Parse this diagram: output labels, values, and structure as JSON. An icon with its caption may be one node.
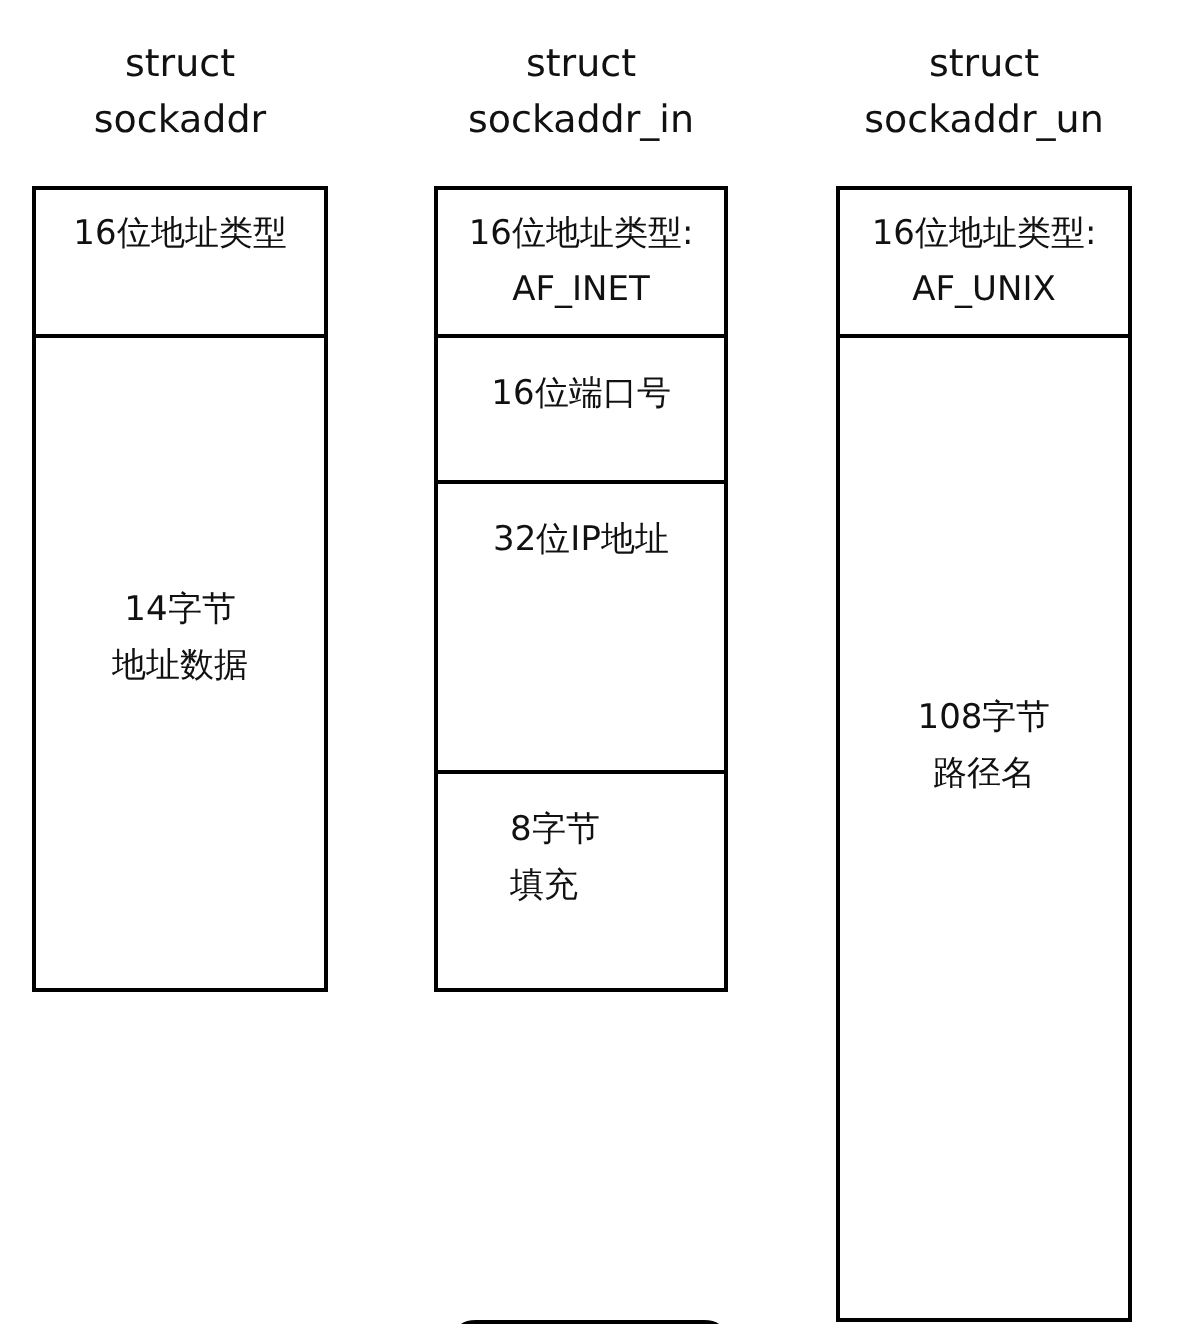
{
  "diagram": {
    "nodes": [
      {
        "text": [
          "struct sockaddr"
        ]
      },
      {
        "text": [
          "16位地址类型"
        ],
        "in": 0
      },
      {
        "text": [
          "14字节地址数据"
        ],
        "in": 0
      },
      {
        "text": [
          "struct sockaddr_in"
        ]
      },
      {
        "text": [
          "16位地址类型:AF_INET"
        ],
        "in": 3
      },
      {
        "text": [
          "16位端口号"
        ],
        "in": 3
      },
      {
        "text": [
          "32位IP地址"
        ],
        "in": 3
      },
      {
        "text": [
          "8字节填充"
        ],
        "in": 3
      },
      {
        "text": [
          "struct sockaddr_un"
        ]
      },
      {
        "text": [
          "16位地址类型:AF_UNIX"
        ],
        "in": 8
      },
      {
        "text": [
          "108字节路径名"
        ],
        "in": 8
      }
    ]
  }
}
